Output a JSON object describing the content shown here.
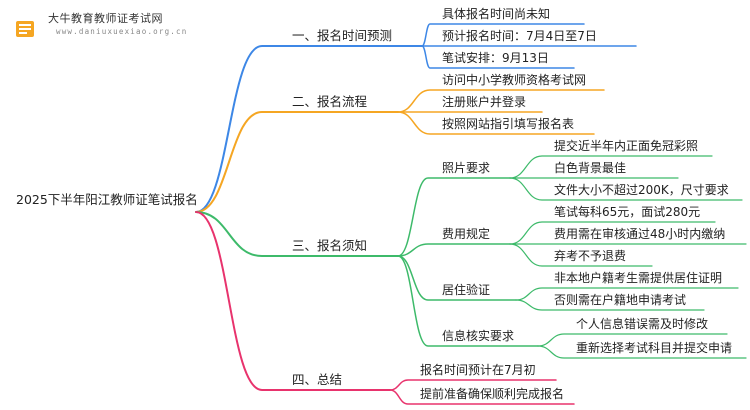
{
  "logo": {
    "title": "大牛教育教师证考试网",
    "subtitle": "www.daniuxuexiao.org.cn"
  },
  "root": {
    "label": "2025下半年阳江教师证笔试报名"
  },
  "branches": [
    {
      "label": "一、报名时间预测",
      "color": "#3d87e6",
      "children": [
        {
          "label": "具体报名时间尚未知"
        },
        {
          "label": "预计报名时间：7月4日至7日"
        },
        {
          "label": "笔试安排：9月13日"
        }
      ]
    },
    {
      "label": "二、报名流程",
      "color": "#f5a623",
      "children": [
        {
          "label": "访问中小学教师资格考试网"
        },
        {
          "label": "注册账户并登录"
        },
        {
          "label": "按照网站指引填写报名表"
        }
      ]
    },
    {
      "label": "三、报名须知",
      "color": "#3dba6a",
      "children": [
        {
          "label": "照片要求",
          "children": [
            {
              "label": "提交近半年内正面免冠彩照"
            },
            {
              "label": "白色背景最佳"
            },
            {
              "label": "文件大小不超过200K，尺寸要求"
            }
          ]
        },
        {
          "label": "费用规定",
          "children": [
            {
              "label": "笔试每科65元，面试280元"
            },
            {
              "label": "费用需在审核通过48小时内缴纳"
            },
            {
              "label": "弃考不予退费"
            }
          ]
        },
        {
          "label": "居住验证",
          "children": [
            {
              "label": "非本地户籍考生需提供居住证明"
            },
            {
              "label": "否则需在户籍地申请考试"
            }
          ]
        },
        {
          "label": "信息核实要求",
          "children": [
            {
              "label": "个人信息错误需及时修改"
            },
            {
              "label": "重新选择考试科目并提交申请"
            }
          ]
        }
      ]
    },
    {
      "label": "四、总结",
      "color": "#e8336d",
      "children": [
        {
          "label": "报名时间预计在7月初"
        },
        {
          "label": "提前准备确保顺利完成报名"
        }
      ]
    }
  ]
}
